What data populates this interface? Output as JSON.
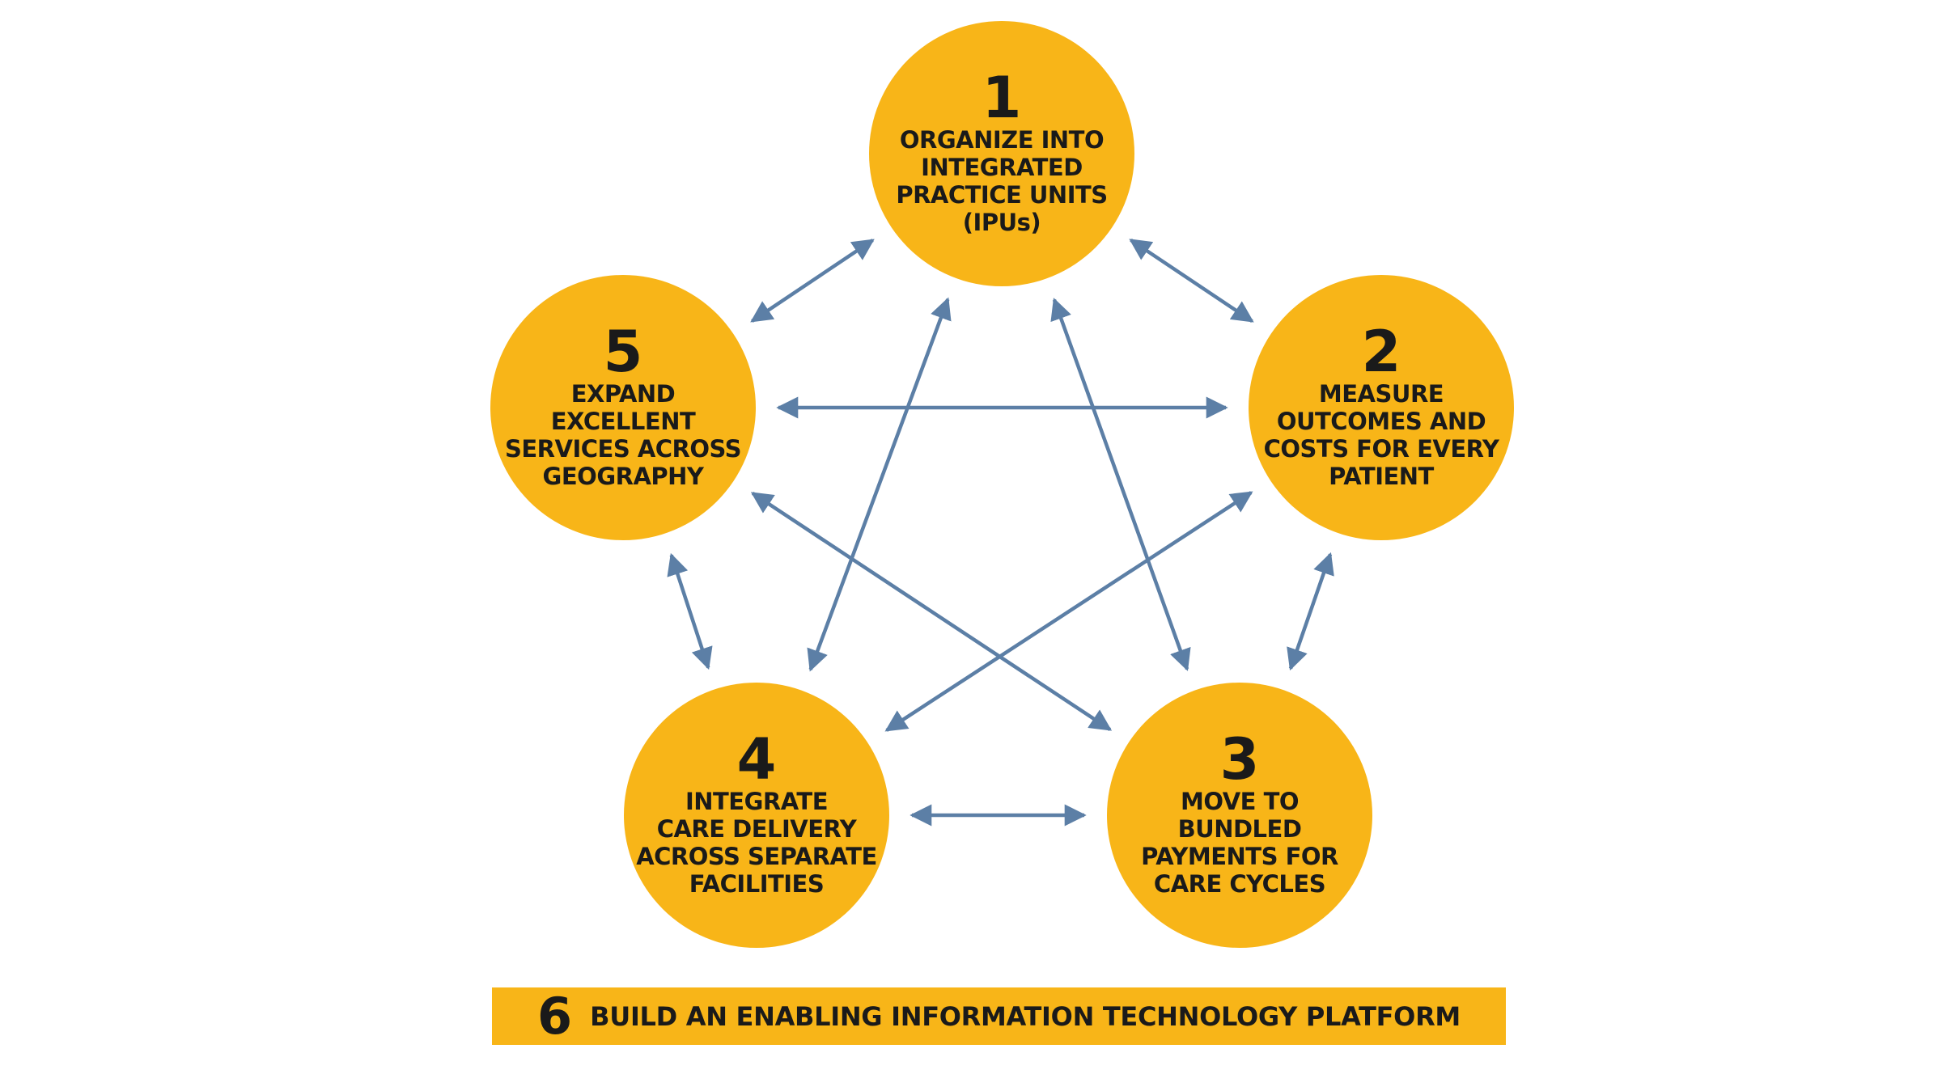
{
  "nodes": [
    {
      "id": "1",
      "number": "1",
      "label": "ORGANIZE INTO\nINTEGRATED\nPRACTICE UNITS\n(IPUs)"
    },
    {
      "id": "2",
      "number": "2",
      "label": "MEASURE\nOUTCOMES AND\nCOSTS FOR EVERY\nPATIENT"
    },
    {
      "id": "3",
      "number": "3",
      "label": "MOVE TO BUNDLED\nPAYMENTS FOR\nCARE CYCLES"
    },
    {
      "id": "4",
      "number": "4",
      "label": "INTEGRATE\nCARE DELIVERY\nACROSS SEPARATE\nFACILITIES"
    },
    {
      "id": "5",
      "number": "5",
      "label": "EXPAND\nEXCELLENT\nSERVICES ACROSS\nGEOGRAPHY"
    }
  ],
  "connections": [
    {
      "from": "1",
      "to": "2",
      "type": "bidirectional"
    },
    {
      "from": "2",
      "to": "3",
      "type": "bidirectional"
    },
    {
      "from": "3",
      "to": "4",
      "type": "bidirectional"
    },
    {
      "from": "4",
      "to": "5",
      "type": "bidirectional"
    },
    {
      "from": "5",
      "to": "1",
      "type": "bidirectional"
    },
    {
      "from": "5",
      "to": "2",
      "type": "bidirectional"
    },
    {
      "from": "5",
      "to": "3",
      "type": "bidirectional"
    },
    {
      "from": "1",
      "to": "4",
      "type": "bidirectional"
    },
    {
      "from": "1",
      "to": "3",
      "type": "bidirectional"
    },
    {
      "from": "2",
      "to": "4",
      "type": "bidirectional"
    }
  ],
  "footer": {
    "number": "6",
    "text": "BUILD AN ENABLING INFORMATION TECHNOLOGY PLATFORM"
  },
  "colors": {
    "node_fill": "#F8B518",
    "arrow": "#5C7FA6",
    "text": "#1a1a1a",
    "background": "#ffffff"
  }
}
